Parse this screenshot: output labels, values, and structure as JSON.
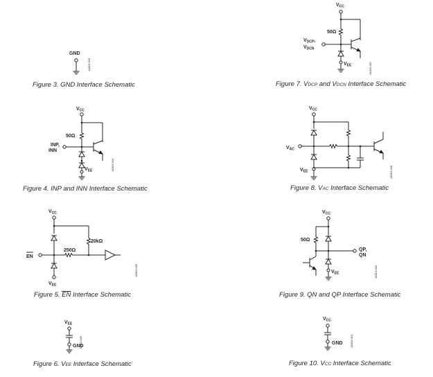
{
  "figures": [
    {
      "id": "fig3",
      "caption": "Figure 3. GND Interface Schematic",
      "code": "14816-003"
    },
    {
      "id": "fig4",
      "caption": "Figure 4. INP and INN Interface Schematic",
      "code": "14816-004"
    },
    {
      "id": "fig5",
      "caption_pre": "Figure 5. ",
      "caption_over": "EN",
      "caption_post": " Interface Schematic",
      "code": "14816-005"
    },
    {
      "id": "fig6",
      "caption_pre": "Figure 6. V",
      "caption_sub": "EE",
      "caption_post": " Interface Schematic",
      "code": "14816-006"
    },
    {
      "id": "fig7",
      "caption_pre": "Figure 7. V",
      "caption_sub1": "DCP",
      "caption_mid": " and V",
      "caption_sub2": "DCN",
      "caption_post": " Interface Schematic",
      "code": "14816-007"
    },
    {
      "id": "fig8",
      "caption_pre": "Figure 8. V",
      "caption_sub": "AC",
      "caption_post": " Interface Schematic",
      "code": "14816-008"
    },
    {
      "id": "fig9",
      "caption": "Figure 9. QN and QP Interface Schematic",
      "code": "14816-009"
    },
    {
      "id": "fig10",
      "caption_pre": "Figure 10. V",
      "caption_sub": "CC",
      "caption_post": " Interface Schematic",
      "code": "14816-010"
    }
  ],
  "labels": {
    "gnd": "GND",
    "v": "V",
    "cc": "CC",
    "ee": "EE",
    "dcp": "DCP",
    "dcn": "DCN",
    "ac": "AC",
    "r50": "50Ω",
    "r250": "250Ω",
    "r20k": "20kΩ",
    "inp": "INP",
    "inn": "INN",
    "en": "EN",
    "qp": "QP,",
    "qn": "QN",
    "comma": ","
  }
}
